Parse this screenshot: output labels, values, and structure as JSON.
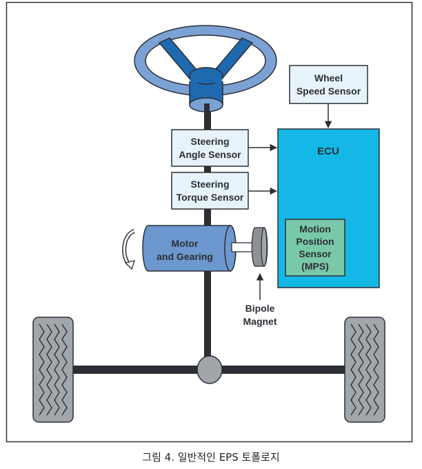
{
  "diagram": {
    "title": "Typical EPS topology",
    "nodes": {
      "steering_wheel": {
        "label": ""
      },
      "steering_angle_sensor": {
        "line1": "Steering",
        "line2": "Angle Sensor"
      },
      "steering_torque_sensor": {
        "line1": "Steering",
        "line2": "Torque Sensor"
      },
      "wheel_speed_sensor": {
        "line1": "Wheel",
        "line2": "Speed Sensor"
      },
      "ecu": {
        "label": "ECU"
      },
      "mps": {
        "line1": "Motion",
        "line2": "Position",
        "line3": "Sensor",
        "line4": "(MPS)"
      },
      "motor": {
        "line1": "Motor",
        "line2": "and Gearing"
      },
      "bipole_magnet": {
        "line1": "Bipole",
        "line2": "Magnet"
      }
    },
    "edges": [
      {
        "from": "steering_angle_sensor",
        "to": "ecu"
      },
      {
        "from": "steering_torque_sensor",
        "to": "ecu"
      },
      {
        "from": "wheel_speed_sensor",
        "to": "ecu"
      },
      {
        "from": "bipole_magnet_label",
        "to": "bipole_magnet"
      }
    ],
    "colors": {
      "wheel_rim": "#7ba2d4",
      "wheel_hub": "#1f69b1",
      "sensor_box": "#e6f3fb",
      "ecu": "#13b8e6",
      "mps": "#79c9a9",
      "motor": "#6d97cf",
      "tire": "#a1a6ab",
      "shaft": "#2d2e35"
    }
  },
  "caption": "그림 4. 일반적인 EPS 토폴로지"
}
